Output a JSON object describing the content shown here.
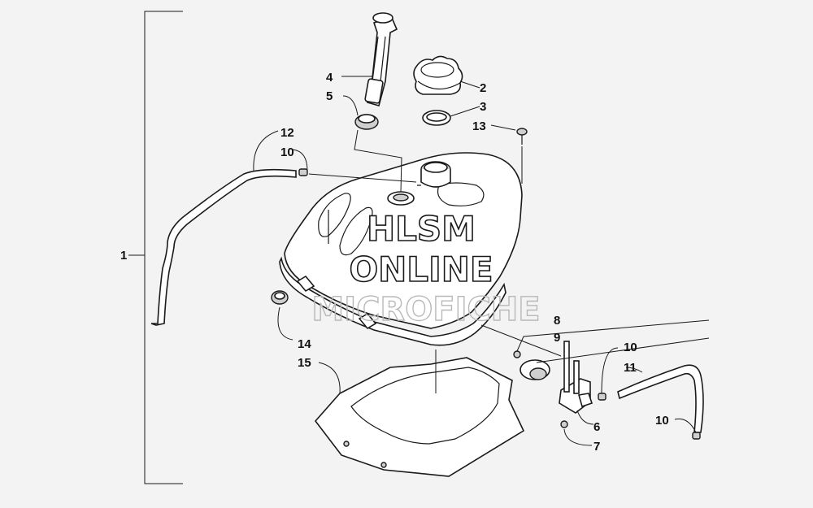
{
  "diagram": {
    "callouts": {
      "c1": "1",
      "c2": "2",
      "c3": "3",
      "c4": "4",
      "c5": "5",
      "c6": "6",
      "c7": "7",
      "c8": "8",
      "c9": "9",
      "c10a": "10",
      "c10b": "10",
      "c10c": "10",
      "c11": "11",
      "c12": "12",
      "c13": "13",
      "c14": "14",
      "c15": "15"
    },
    "watermark": {
      "line1": "HLSM",
      "line2": "ONLINE",
      "line3": "MICROFICHE"
    }
  }
}
